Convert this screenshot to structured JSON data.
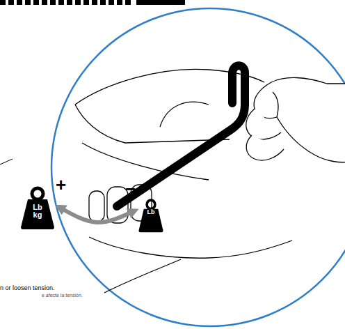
{
  "diagram": {
    "nodes": [
      {
        "text": [
          "Lb kg"
        ]
      },
      {
        "text": [
          "Lb"
        ]
      }
    ],
    "edges": [
      {
        "from": 0,
        "to": 1,
        "arrow": "both"
      }
    ],
    "labels": [
      "+",
      "−",
      "n or loosen tension.",
      "e afecte la tensión."
    ]
  }
}
